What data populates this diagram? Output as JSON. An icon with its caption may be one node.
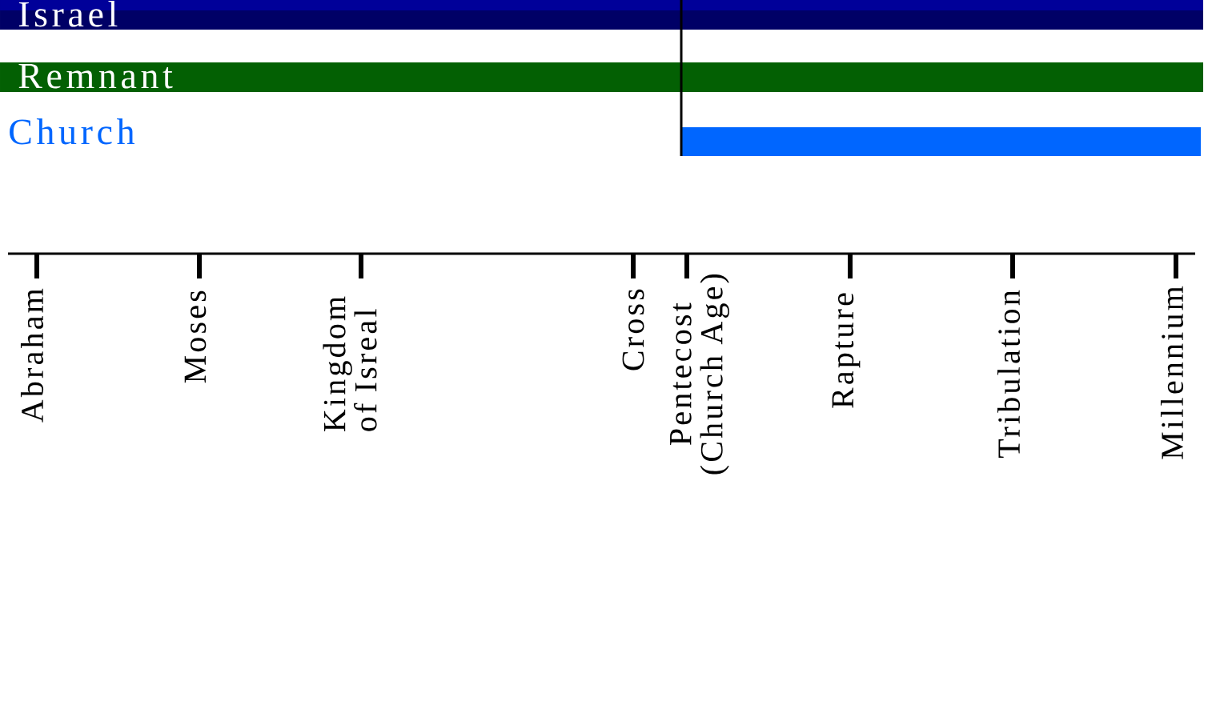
{
  "diagram": {
    "nodes": [
      {
        "text": [
          "Israel"
        ]
      },
      {
        "text": [
          "Remnant"
        ]
      },
      {
        "text": [],
        "shape": "bar"
      }
    ],
    "labels": [
      "Church",
      "Abraham",
      "Moses",
      "Kingdom of Isreal",
      "Cross",
      "Pentecost (Church Age)",
      "Rapture",
      "Tribulation",
      "Millennium"
    ]
  }
}
